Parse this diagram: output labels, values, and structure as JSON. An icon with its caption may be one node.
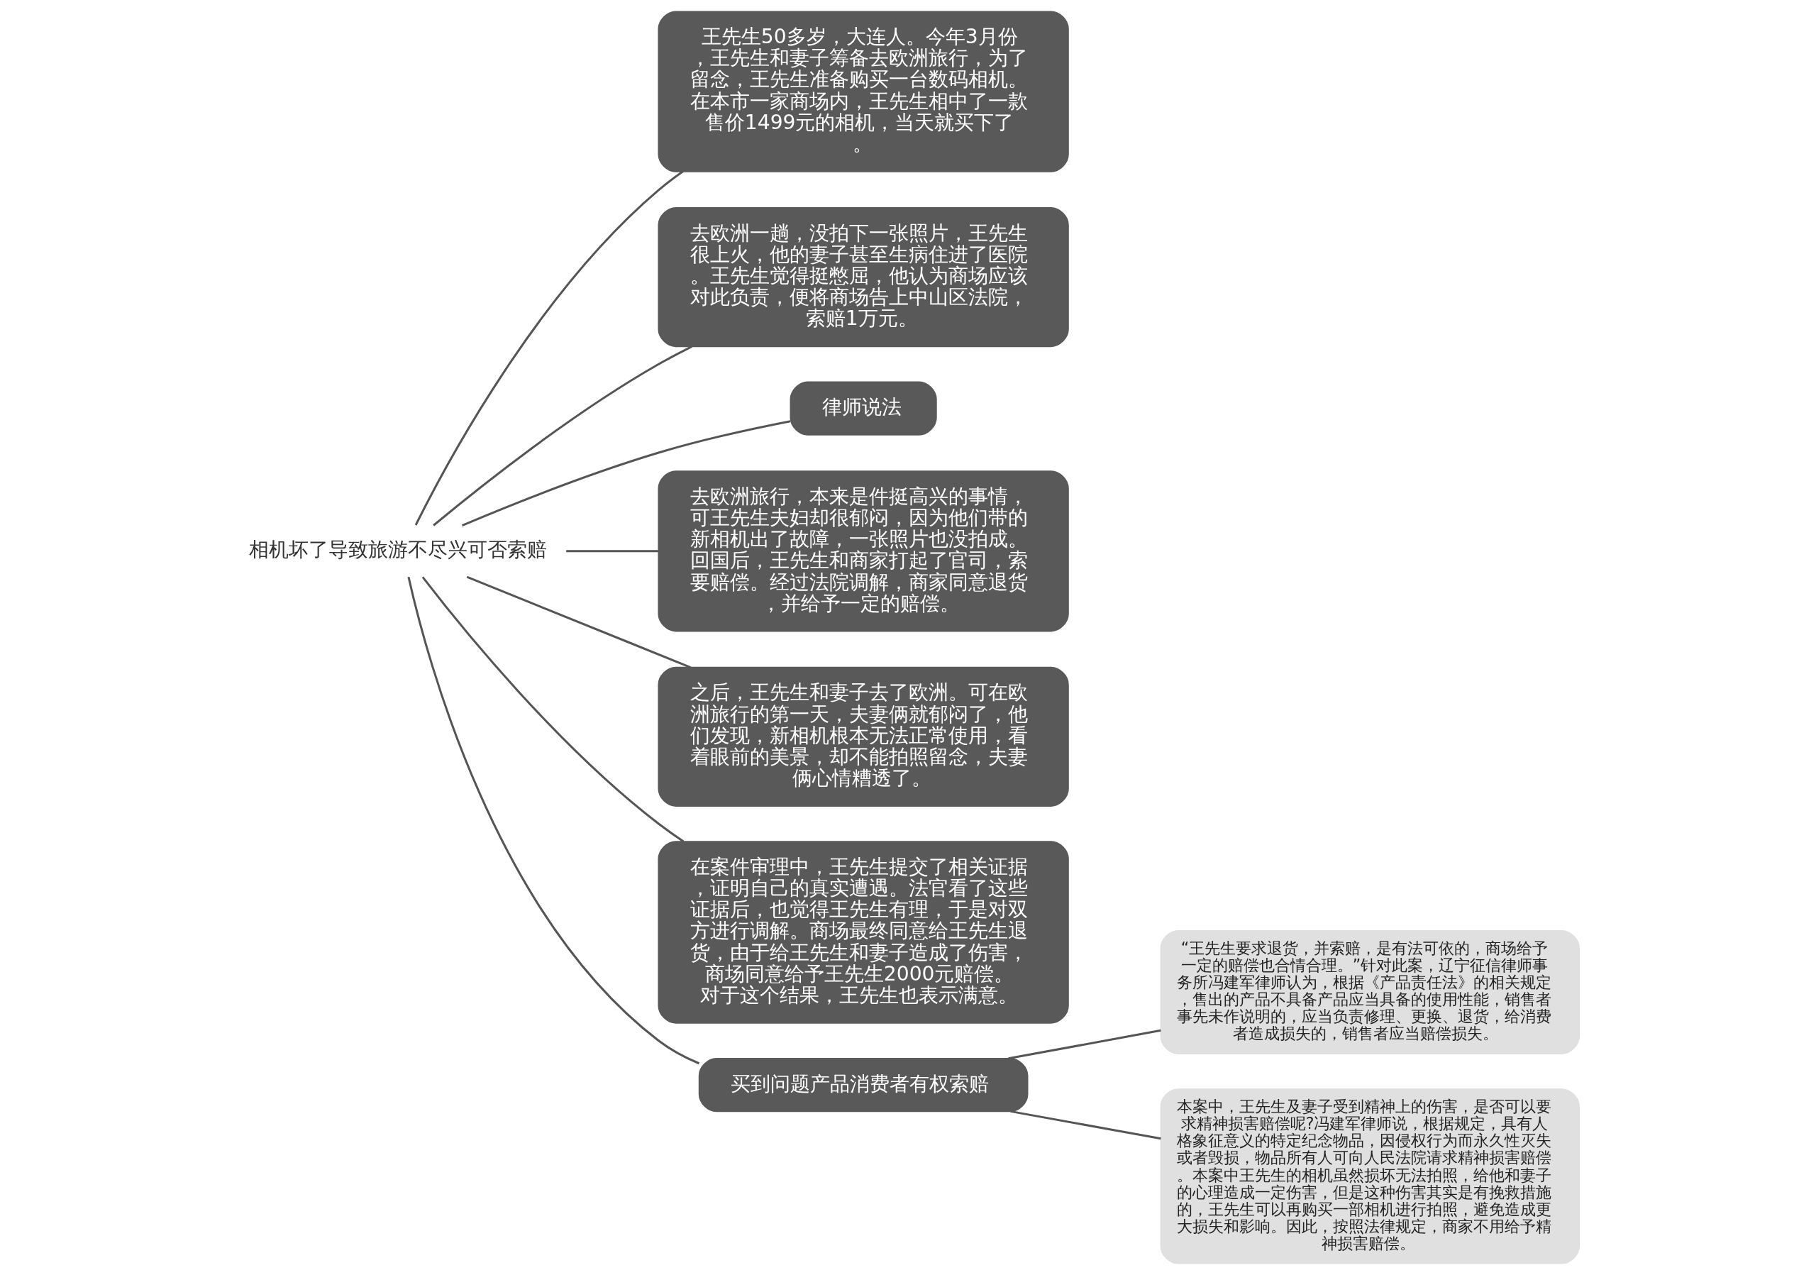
{
  "diagram": {
    "nodes": [
      {
        "text": [
          "相机坏了导致旅游不尽兴可否索赔"
        ]
      },
      {
        "text": [
          "王先生50多岁，大连人。今年3月份，王先生和妻子筹备去欧洲旅行，为了留念，王先生准备购买一台数码相机。在本市一家商场内，王先生相中了一款售价1499元的相机，当天就买下了。"
        ]
      },
      {
        "text": [
          "去欧洲一趟，没拍下一张照片，王先生很上火，他的妻子甚至生病住进了医院。王先生觉得挺憋屈，他认为商场应该对此负责，便将商场告上中山区法院，索赔1万元。"
        ]
      },
      {
        "text": [
          "律师说法"
        ]
      },
      {
        "text": [
          "去欧洲旅行，本来是件挺高兴的事情，可王先生夫妇却很郁闷，因为他们带的新相机出了故障，一张照片也没拍成。回国后，王先生和商家打起了官司，索要赔偿。经过法院调解，商家同意退货，并给予一定的赔偿。"
        ]
      },
      {
        "text": [
          "之后，王先生和妻子去了欧洲。可在欧洲旅行的第一天，夫妻俩就郁闷了，他们发现，新相机根本无法正常使用，看着眼前的美景，却不能拍照留念，夫妻俩心情糟透了。"
        ]
      },
      {
        "text": [
          "在案件审理中，王先生提交了相关证据，证明自己的真实遭遇。法官看了这些证据后，也觉得王先生有理，于是对双方进行调解。商场最终同意给王先生退货，由于给王先生和妻子造成了伤害，商场同意给予王先生2000元赔偿。对于这个结果，王先生也表示满意。"
        ]
      },
      {
        "text": [
          "买到问题产品消费者有权索赔"
        ]
      },
      {
        "text": [
          "“王先生要求退货，并索赔，是有法可依的，商场给予一定的赔偿也合情合理。”针对此案，辽宁征信律师事务所冯建军律师认为，根据《产品责任法》的相关规定，售出的产品不具备产品应当具备的使用性能，销售者事先未作说明的，应当负责修理、更换、退货，给消费者造成损失的，销售者应当赔偿损失。"
        ]
      },
      {
        "text": [
          "本案中，王先生及妻子受到精神上的伤害，是否可以要求精神损害赔偿呢?冯建军律师说，根据规定，具有人格象征意义的特定纪念物品，因侵权行为而永久性灭失或者毁损，物品所有人可向人民法院请求精神损害赔偿。本案中王先生的相机虽然损坏无法拍照，给他和妻子的心理造成一定伤害，但是这种伤害其实是有挽救措施的，王先生可以再购买一部相机进行拍照，避免造成更大损失和影响。因此，按照法律规定，商家不用给予精神损害赔偿。"
        ]
      }
    ],
    "edges": [
      {
        "from": 0,
        "to": 1,
        "arrow": "none"
      },
      {
        "from": 0,
        "to": 2,
        "arrow": "none"
      },
      {
        "from": 0,
        "to": 3,
        "arrow": "none"
      },
      {
        "from": 0,
        "to": 4,
        "arrow": "none"
      },
      {
        "from": 0,
        "to": 5,
        "arrow": "none"
      },
      {
        "from": 0,
        "to": 6,
        "arrow": "none"
      },
      {
        "from": 0,
        "to": 7,
        "arrow": "none"
      },
      {
        "from": 7,
        "to": 8,
        "arrow": "none"
      },
      {
        "from": 7,
        "to": 9,
        "arrow": "none"
      }
    ]
  }
}
